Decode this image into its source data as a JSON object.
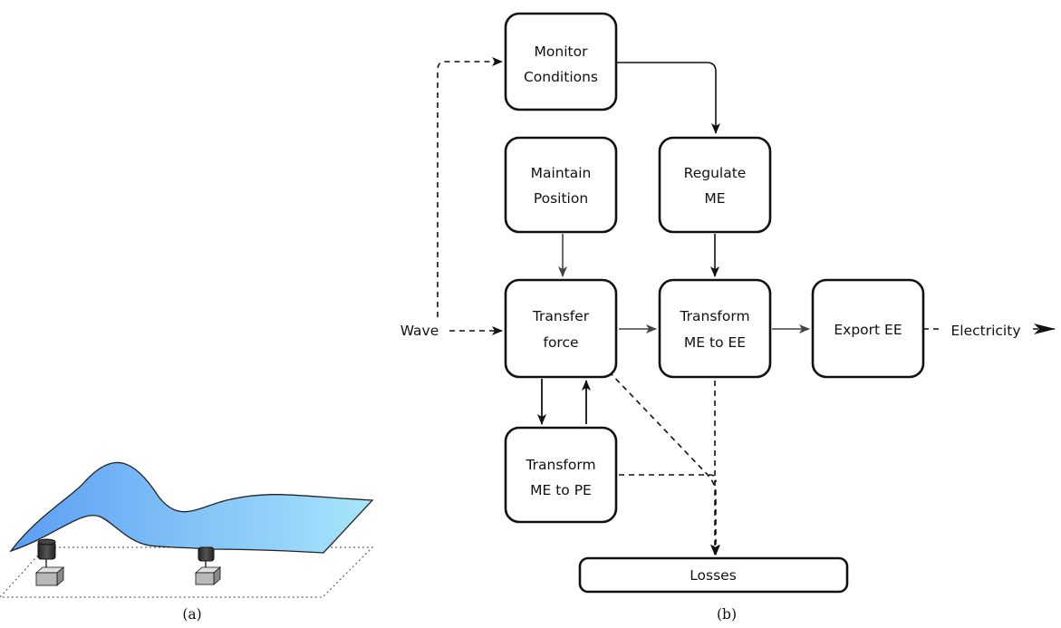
{
  "panel_a": {
    "caption": "(a)",
    "colors": {
      "wave_start": "#5b9ef3",
      "wave_end": "#a8e6fb",
      "device_dark": "#3a3a3a",
      "base_grey": "#b9b9b9"
    }
  },
  "panel_b": {
    "caption": "(b)",
    "nodes": {
      "monitor": {
        "lines": [
          "Monitor",
          "Conditions"
        ]
      },
      "maintain": {
        "lines": [
          "Maintain",
          "Position"
        ]
      },
      "regulate": {
        "lines": [
          "Regulate",
          "ME"
        ]
      },
      "transfer": {
        "lines": [
          "Transfer",
          "force"
        ]
      },
      "transform_ee": {
        "lines": [
          "Transform",
          "ME to EE"
        ]
      },
      "export": {
        "lines": [
          "Export EE"
        ]
      },
      "transform_pe": {
        "lines": [
          "Transform",
          "ME to PE"
        ]
      },
      "losses": {
        "lines": [
          "Losses"
        ]
      }
    },
    "inputs": {
      "wave": "Wave"
    },
    "outputs": {
      "electricity": "Electricity"
    }
  }
}
